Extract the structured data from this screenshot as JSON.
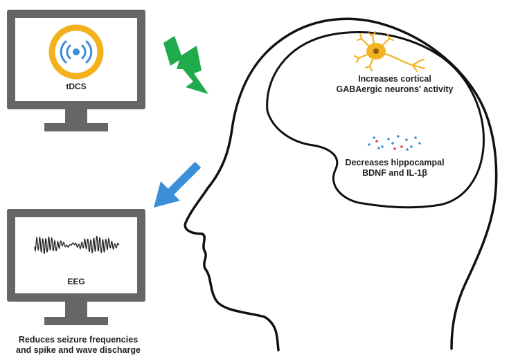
{
  "monitors": {
    "tdcs": {
      "label": "tDCS",
      "icon": "wireless-signal-icon"
    },
    "eeg": {
      "label": "EEG",
      "icon": "eeg-waveform-icon"
    }
  },
  "brain": {
    "neuron_icon": "neuron-icon",
    "molecules_icon": "molecule-dots-icon",
    "cortical_effect": [
      "Increases cortical",
      "GABAergic neurons' activity"
    ],
    "hippocampal_effect": [
      "Decreases hippocampal",
      "BDNF and IL-1β"
    ]
  },
  "outcome": [
    "Reduces seizure frequencies",
    "and spike and wave discharge"
  ],
  "colors": {
    "monitor_frame": "#666666",
    "monitor_screen": "#ffffff",
    "tdcs_ring": "#f3b21d",
    "signal_blue": "#3a8fd8",
    "lightning_green": "#1faa4c",
    "arrow_blue": "#3a8fd8",
    "neuron_yellow": "#f4b322",
    "neuron_nucleus": "#8b5a14",
    "dot_red": "#e33c3c",
    "dot_blue": "#3a8fd8",
    "outline": "#111111"
  }
}
